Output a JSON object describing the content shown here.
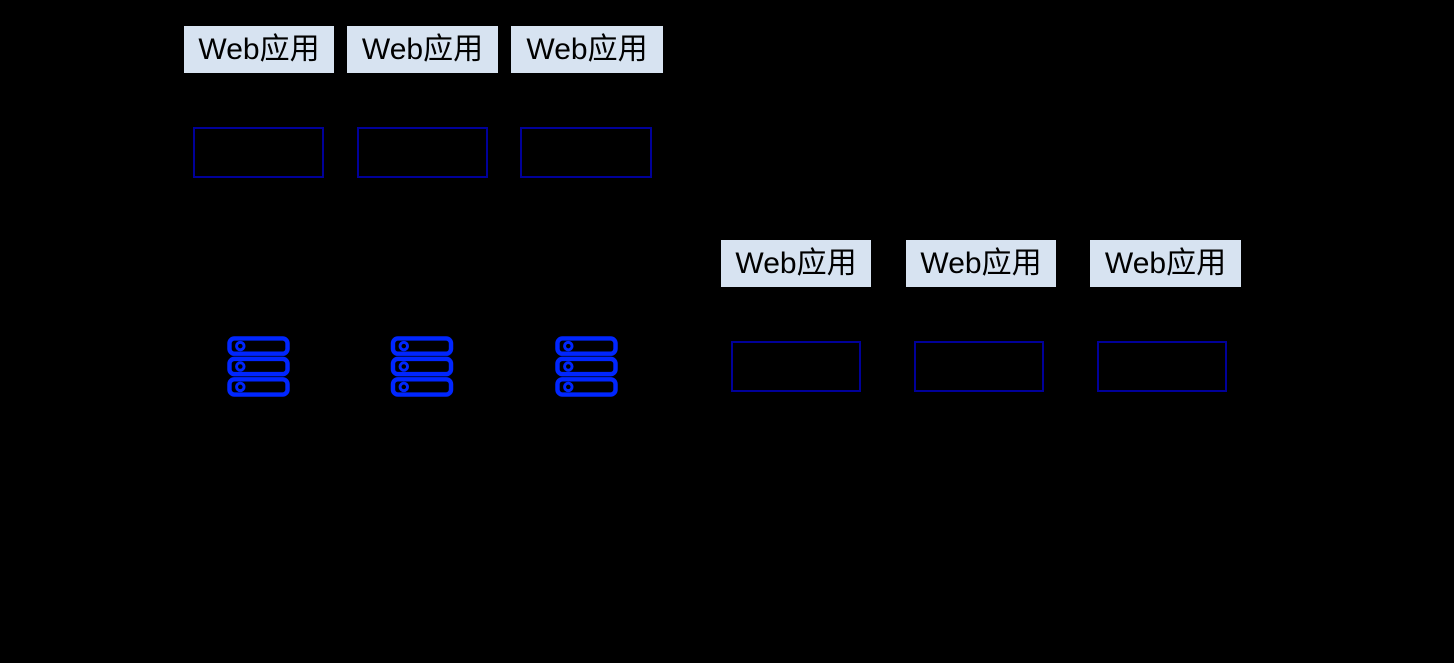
{
  "diagram": {
    "background_color": "#000000",
    "label_background_color": "#D7E3F1",
    "label_text_color": "#000000",
    "empty_box_border_color": "#000099",
    "server_icon_color": "#0026FF",
    "left_group": {
      "labels": [
        "Web应用",
        "Web应用",
        "Web应用"
      ],
      "icons": [
        "server-stack-icon",
        "server-stack-icon",
        "server-stack-icon"
      ],
      "empty_box_count": 3
    },
    "right_group": {
      "labels": [
        "Web应用",
        "Web应用",
        "Web应用"
      ],
      "empty_box_count": 3
    }
  }
}
